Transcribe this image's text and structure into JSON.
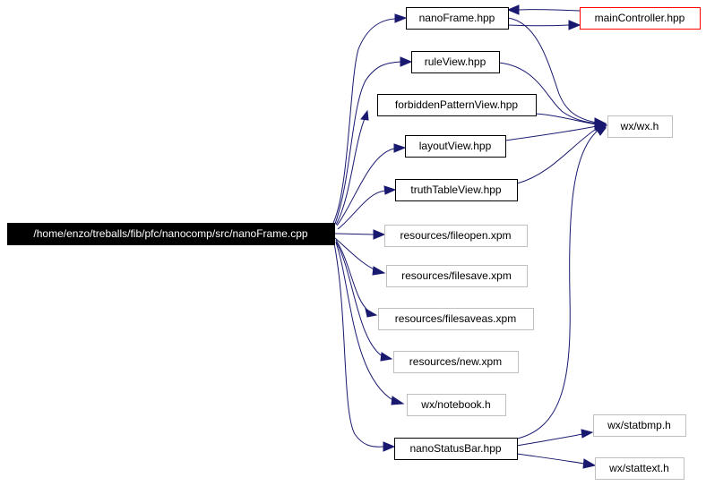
{
  "title": "",
  "colors": {
    "edge": "#191970",
    "root_fill": "#000000",
    "root_text": "#ffffff",
    "node_border_documented": "#000000",
    "node_border_external": "#bfbfbf",
    "node_border_highlight": "#ff0000",
    "text": "#000000"
  },
  "nodes": [
    {
      "id": "root",
      "label": "/home/enzo/treballs/fib/pfc/nanocomp/src/nanoFrame.cpp",
      "style": "root"
    },
    {
      "id": "nanoFrame_hpp",
      "label": "nanoFrame.hpp",
      "style": "documented"
    },
    {
      "id": "mainController_hpp",
      "label": "mainController.hpp",
      "style": "highlight"
    },
    {
      "id": "ruleView_hpp",
      "label": "ruleView.hpp",
      "style": "documented"
    },
    {
      "id": "forbiddenPatternView_hpp",
      "label": "forbiddenPatternView.hpp",
      "style": "documented"
    },
    {
      "id": "wx_h",
      "label": "wx/wx.h",
      "style": "external"
    },
    {
      "id": "layoutView_hpp",
      "label": "layoutView.hpp",
      "style": "documented"
    },
    {
      "id": "truthTableView_hpp",
      "label": "truthTableView.hpp",
      "style": "documented"
    },
    {
      "id": "fileopen_xpm",
      "label": "resources/fileopen.xpm",
      "style": "external"
    },
    {
      "id": "filesave_xpm",
      "label": "resources/filesave.xpm",
      "style": "external"
    },
    {
      "id": "filesaveas_xpm",
      "label": "resources/filesaveas.xpm",
      "style": "external"
    },
    {
      "id": "new_xpm",
      "label": "resources/new.xpm",
      "style": "external"
    },
    {
      "id": "notebook_h",
      "label": "wx/notebook.h",
      "style": "external"
    },
    {
      "id": "nanoStatusBar_hpp",
      "label": "nanoStatusBar.hpp",
      "style": "documented"
    },
    {
      "id": "statbmp_h",
      "label": "wx/statbmp.h",
      "style": "external"
    },
    {
      "id": "stattext_h",
      "label": "wx/stattext.h",
      "style": "external"
    }
  ],
  "edges": [
    {
      "from": "root",
      "to": "nanoFrame_hpp"
    },
    {
      "from": "root",
      "to": "ruleView_hpp"
    },
    {
      "from": "root",
      "to": "forbiddenPatternView_hpp"
    },
    {
      "from": "root",
      "to": "layoutView_hpp"
    },
    {
      "from": "root",
      "to": "truthTableView_hpp"
    },
    {
      "from": "root",
      "to": "fileopen_xpm"
    },
    {
      "from": "root",
      "to": "filesave_xpm"
    },
    {
      "from": "root",
      "to": "filesaveas_xpm"
    },
    {
      "from": "root",
      "to": "new_xpm"
    },
    {
      "from": "root",
      "to": "notebook_h"
    },
    {
      "from": "root",
      "to": "nanoStatusBar_hpp"
    },
    {
      "from": "nanoFrame_hpp",
      "to": "mainController_hpp"
    },
    {
      "from": "mainController_hpp",
      "to": "nanoFrame_hpp"
    },
    {
      "from": "nanoFrame_hpp",
      "to": "wx_h"
    },
    {
      "from": "ruleView_hpp",
      "to": "wx_h"
    },
    {
      "from": "forbiddenPatternView_hpp",
      "to": "wx_h"
    },
    {
      "from": "layoutView_hpp",
      "to": "wx_h"
    },
    {
      "from": "truthTableView_hpp",
      "to": "wx_h"
    },
    {
      "from": "nanoStatusBar_hpp",
      "to": "wx_h"
    },
    {
      "from": "nanoStatusBar_hpp",
      "to": "statbmp_h"
    },
    {
      "from": "nanoStatusBar_hpp",
      "to": "stattext_h"
    }
  ]
}
